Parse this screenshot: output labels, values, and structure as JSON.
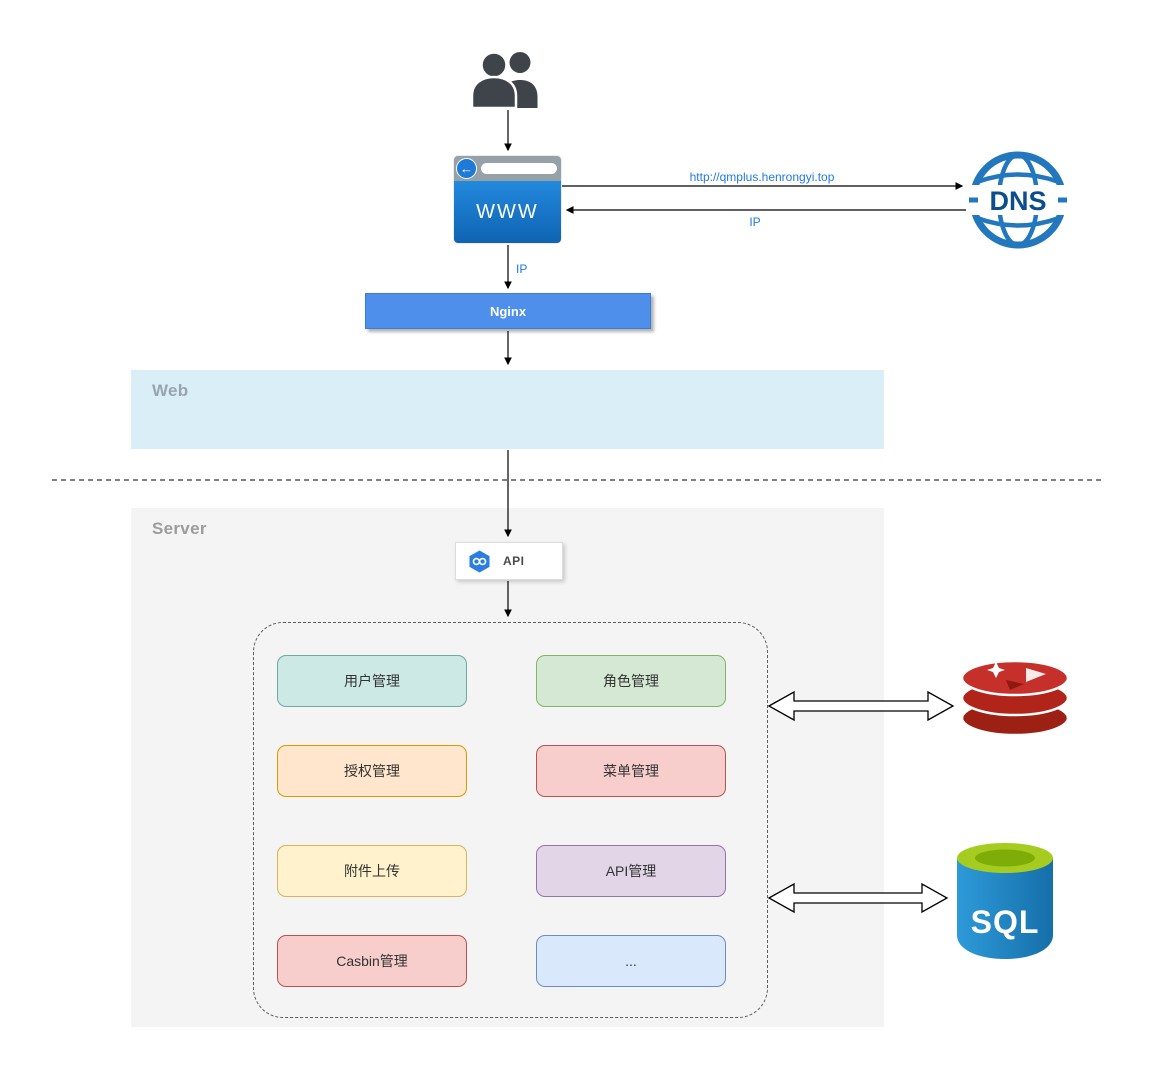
{
  "diagram": {
    "browser": {
      "label": "WWW"
    },
    "dns": {
      "label": "DNS"
    },
    "nginx": {
      "label": "Nginx"
    },
    "web": {
      "label": "Web"
    },
    "server": {
      "label": "Server"
    },
    "api": {
      "label": "API"
    },
    "edges": {
      "url": "http://qmplus.henrongyi.top",
      "ip_return": "IP",
      "ip_down": "IP"
    },
    "modules": [
      {
        "label": "用户管理",
        "fill": "#cce9e6",
        "border": "#6fa8a3"
      },
      {
        "label": "角色管理",
        "fill": "#d5e8d4",
        "border": "#82b366"
      },
      {
        "label": "授权管理",
        "fill": "#ffe6cc",
        "border": "#d79b00"
      },
      {
        "label": "菜单管理",
        "fill": "#f8cecc",
        "border": "#b85450"
      },
      {
        "label": "附件上传",
        "fill": "#fff2cc",
        "border": "#d6b656"
      },
      {
        "label": "API管理",
        "fill": "#e1d5e7",
        "border": "#9673a6"
      },
      {
        "label": "Casbin管理",
        "fill": "#f8cecc",
        "border": "#b85450"
      },
      {
        "label": "...",
        "fill": "#dae8fc",
        "border": "#6c8ebf"
      }
    ],
    "sql": {
      "label": "SQL"
    },
    "colors": {
      "edge_label": "#1f7ae0",
      "nginx_fill": "#4d8fea",
      "web_band": "#daeef8",
      "server_bg": "#f4f4f4",
      "redis_red": "#c6302b",
      "sql_blue": "#1f86c8",
      "sql_green": "#a6cc22"
    }
  }
}
